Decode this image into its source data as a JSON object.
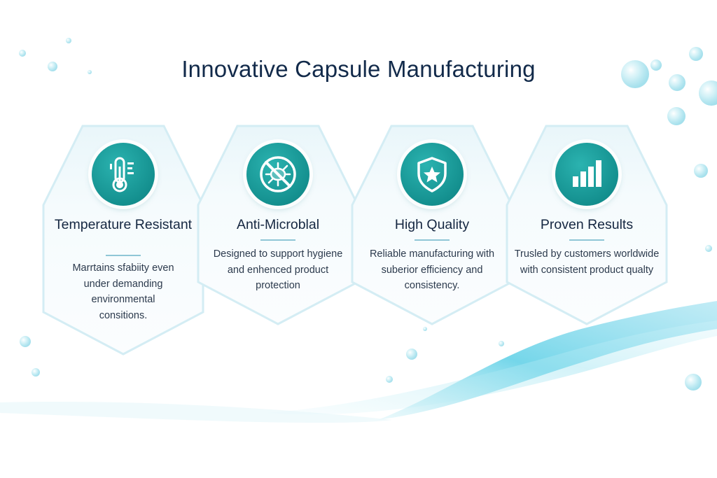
{
  "page": {
    "title": "Innovative Capsule Manufacturing"
  },
  "colors": {
    "accent_teal": "#14908f",
    "title_navy": "#122a4a",
    "card_fill": "#f3fafc",
    "wave_cyan": "#5ccfe6"
  },
  "cards": [
    {
      "icon": "thermometer-icon",
      "title": "Temperature Resistant",
      "description": "Marrtains sfabiity even under demanding environmental consitions."
    },
    {
      "icon": "anti-microbial-icon",
      "title": "Anti-Microblal",
      "description": "Designed to support hygiene and enhenced product protection"
    },
    {
      "icon": "shield-star-icon",
      "title": "High Quality",
      "description": "Reliable manufacturing with suberior efficiency and consistency."
    },
    {
      "icon": "bar-chart-icon",
      "title": "Proven Results",
      "description": "Trusled by customers worldwide with consistent product qualty"
    }
  ]
}
